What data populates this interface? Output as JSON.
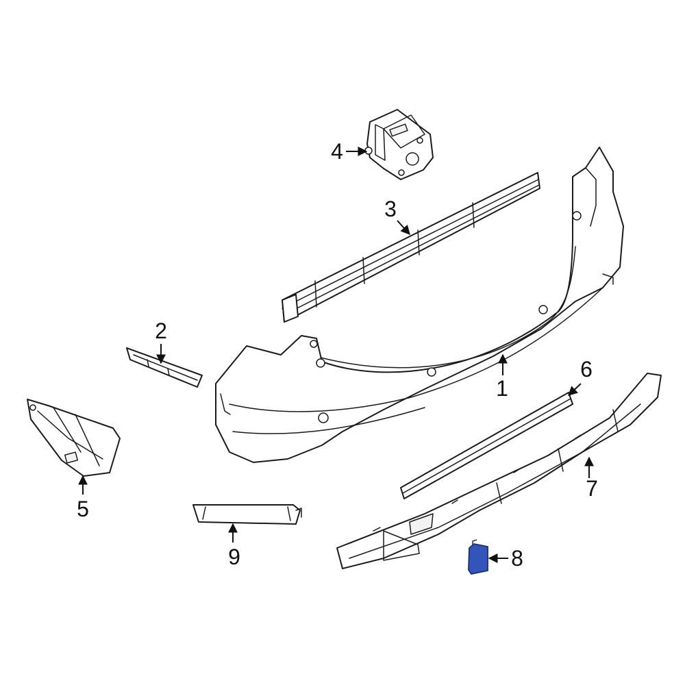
{
  "colors": {
    "line": "#1a1a1a",
    "highlight_fill": "#3355bb",
    "highlight_stroke": "#1e2f6b",
    "background": "#ffffff"
  },
  "callouts": [
    {
      "id": "1",
      "label": "1"
    },
    {
      "id": "2",
      "label": "2"
    },
    {
      "id": "3",
      "label": "3"
    },
    {
      "id": "4",
      "label": "4"
    },
    {
      "id": "5",
      "label": "5"
    },
    {
      "id": "6",
      "label": "6"
    },
    {
      "id": "7",
      "label": "7"
    },
    {
      "id": "8",
      "label": "8",
      "highlighted": true
    },
    {
      "id": "9",
      "label": "9"
    }
  ]
}
